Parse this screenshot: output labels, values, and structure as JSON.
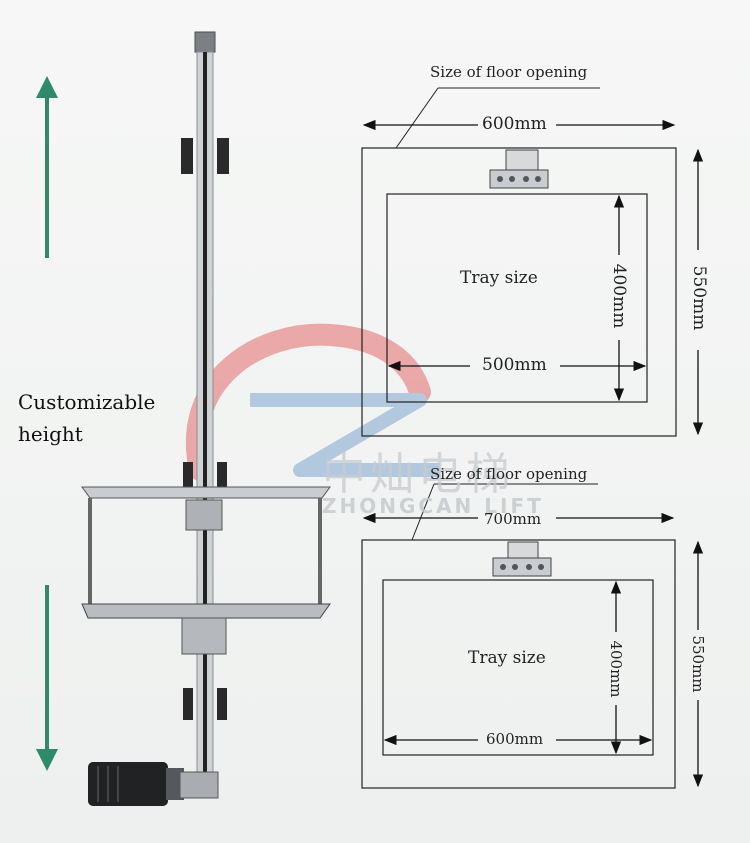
{
  "side_label": {
    "line1": "Customizable",
    "line2": "height"
  },
  "watermark": {
    "chinese": "中灿电梯",
    "english": "ZHONGCAN LIFT"
  },
  "diagram_top": {
    "opening_caption": "Size of floor opening",
    "opening_width": "600mm",
    "opening_depth": "550mm",
    "tray_label": "Tray size",
    "tray_width": "500mm",
    "tray_depth": "400mm"
  },
  "diagram_bottom": {
    "opening_caption": "Size of floor opening",
    "opening_width": "700mm",
    "opening_depth": "550mm",
    "tray_label": "Tray size",
    "tray_width": "600mm",
    "tray_depth": "400mm"
  },
  "colors": {
    "arrow_green": "#2f8a6a",
    "watermark_red": "#e06060",
    "watermark_blue": "#8aaed0"
  }
}
